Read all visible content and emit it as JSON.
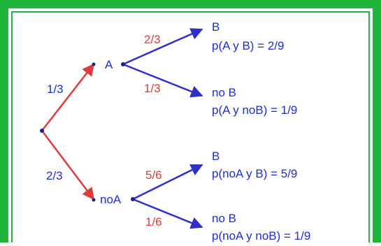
{
  "colors": {
    "frame": "#1fb53a",
    "red": "#e03a3a",
    "blue": "#3030c8",
    "node": "#20208a",
    "text_blue": "#1e2fd0",
    "text_red": "#e03a3a"
  },
  "tree": {
    "branches": {
      "root_to_A": "1/3",
      "root_to_noA": "2/3",
      "A_to_B": "2/3",
      "A_to_noB": "1/3",
      "noA_to_B": "5/6",
      "noA_to_noB": "1/6"
    },
    "nodes": {
      "A": "A",
      "noA": "noA"
    },
    "outcomes": [
      {
        "event": "B",
        "prob": "p(A y B) = 2/9"
      },
      {
        "event": "no B",
        "prob": "p(A y noB) = 1/9"
      },
      {
        "event": "B",
        "prob": "p(noA y B) = 5/9"
      },
      {
        "event": "no B",
        "prob": "p(noA y noB) = 1/9"
      }
    ]
  }
}
